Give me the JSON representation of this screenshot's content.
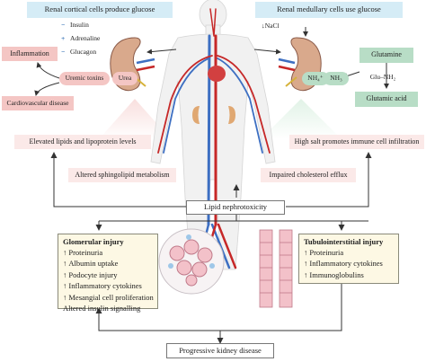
{
  "top": {
    "cortical": "Renal cortical cells produce glucose",
    "medullary": "Renal medullary cells use glucose"
  },
  "hormones": [
    {
      "symbol": "−",
      "label": "Insulin"
    },
    {
      "symbol": "+",
      "label": "Adrenaline"
    },
    {
      "symbol": "−",
      "label": "Glucagon"
    }
  ],
  "left": {
    "inflammation": "Inflammation",
    "uremic_toxins": "Uremic toxins",
    "urea": "Urea",
    "cardiovascular": "Cardiovascular disease"
  },
  "right": {
    "nacl": "NaCl",
    "nh4": "NH₄⁺",
    "nh3": "NH₃",
    "glutamine": "Glutamine",
    "glu_nh2": "Glu–NH₂",
    "glutamic_acid": "Glutamic acid"
  },
  "middle": {
    "elevated_lipids": "Elevated lipids and lipoprotein levels",
    "high_salt": "High salt promotes immune cell infiltration",
    "sphingolipid": "Altered sphingolipid metabolism",
    "cholesterol": "Impaired cholesterol efflux",
    "lipid_nephrotoxicity": "Lipid nephrotoxicity"
  },
  "glomerular": {
    "title": "Glomerular injury",
    "items": [
      "Proteinuria",
      "Albumin uptake",
      "Podocyte injury",
      "Inflammatory cytokines",
      "Mesangial cell proliferation"
    ],
    "last": "Altered insulin signalling"
  },
  "tubulo": {
    "title": "Tubulointerstitial injury",
    "items": [
      "Proteinuria",
      "Inflammatory cytokines",
      "Immunoglobulins"
    ]
  },
  "bottom": {
    "progressive": "Progressive kidney disease"
  },
  "colors": {
    "artery": "#c62828",
    "vein": "#3d6fc2",
    "skin": "#f1f1f1",
    "kidney": "#d9a98c",
    "blue_label": "#d5ecf6",
    "pink_label": "#f4c6c4",
    "teal_label": "#b8ddc6",
    "card": "#fdf8e4"
  }
}
